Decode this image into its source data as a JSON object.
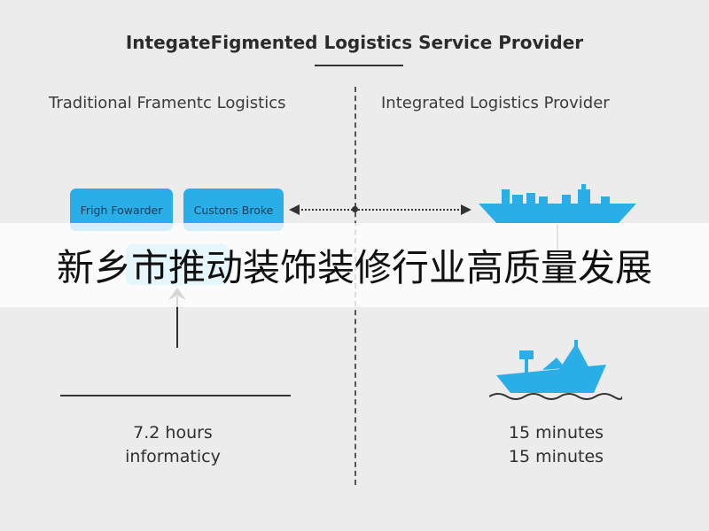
{
  "header": {
    "title": "IntegateFigmented Logistics Service Provider"
  },
  "columns": {
    "left_heading": "Traditional Framentc Logistics",
    "right_heading": "Integrated Logistics Provider"
  },
  "boxes": {
    "box_1_label": "Frigh Fowarder",
    "box_2_label": "Custons Broke"
  },
  "stats": {
    "left_line_1": "7.2 hours",
    "left_line_2": "informaticy",
    "right_line_1": "15 minutes",
    "right_line_2": "15 minutes"
  },
  "overlay": {
    "caption": "新乡市推动装饰装修行业高质量发展"
  },
  "icons": {
    "cargo_ship": "cargo-ship-icon",
    "fishing_boat": "fishing-boat-icon"
  },
  "colors": {
    "accent_blue": "#29aee8",
    "light_blue": "#7fd0f2",
    "background": "#ececec"
  }
}
